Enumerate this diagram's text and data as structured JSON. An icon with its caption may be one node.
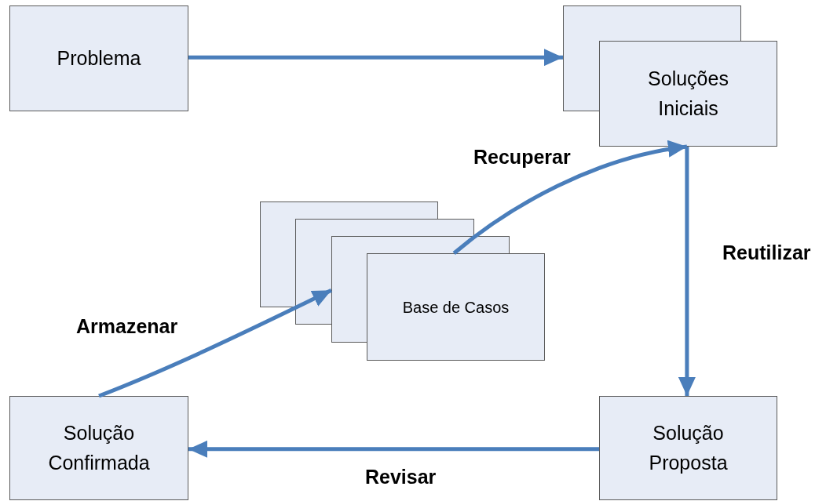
{
  "diagram": {
    "nodes": [
      {
        "text": [
          "Problema"
        ]
      },
      {
        "text": [
          "Soluções Iniciais"
        ]
      },
      {
        "text": [
          "Base de Casos"
        ]
      },
      {
        "text": [
          "Solução Confirmada"
        ]
      },
      {
        "text": [
          "Solução Proposta"
        ]
      }
    ],
    "edges": [
      {
        "from": 0,
        "to": 1,
        "arrow": "to"
      },
      {
        "from": 2,
        "to": 1,
        "arrow": "to",
        "label": "Recuperar"
      },
      {
        "from": 1,
        "to": 4,
        "arrow": "to",
        "label": "Reutilizar"
      },
      {
        "from": 4,
        "to": 3,
        "arrow": "to",
        "label": "Revisar"
      },
      {
        "from": 3,
        "to": 2,
        "arrow": "to",
        "label": "Armazenar"
      }
    ]
  }
}
